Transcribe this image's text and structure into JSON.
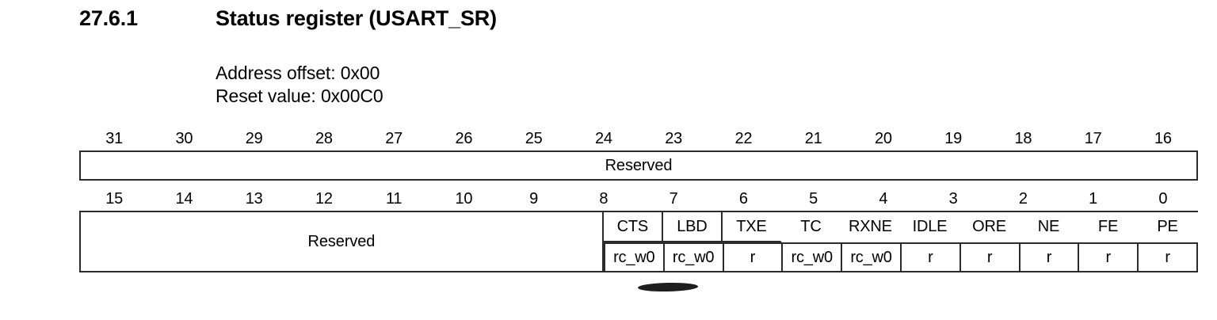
{
  "section": {
    "number": "27.6.1",
    "title": "Status register (USART_SR)"
  },
  "meta": {
    "address_offset": "Address offset: 0x00",
    "reset_value": "Reset value: 0x00C0"
  },
  "register": {
    "reserved_label": "Reserved",
    "upper_bits": [
      "31",
      "30",
      "29",
      "28",
      "27",
      "26",
      "25",
      "24",
      "23",
      "22",
      "21",
      "20",
      "19",
      "18",
      "17",
      "16"
    ],
    "lower_bits": [
      "15",
      "14",
      "13",
      "12",
      "11",
      "10",
      "9",
      "8",
      "7",
      "6",
      "5",
      "4",
      "3",
      "2",
      "1",
      "0"
    ],
    "upper_row": {
      "label": "Reserved",
      "span_bits": "31:16"
    },
    "lower_reserved": {
      "label": "Reserved",
      "span_bits": "15:10"
    },
    "fields": [
      {
        "bit": "9",
        "name": "CTS",
        "access": "rc_w0"
      },
      {
        "bit": "8",
        "name": "LBD",
        "access": "rc_w0"
      },
      {
        "bit": "7",
        "name": "TXE",
        "access": "r"
      },
      {
        "bit": "6",
        "name": "TC",
        "access": "rc_w0"
      },
      {
        "bit": "5",
        "name": "RXNE",
        "access": "rc_w0"
      },
      {
        "bit": "4",
        "name": "IDLE",
        "access": "r"
      },
      {
        "bit": "3",
        "name": "ORE",
        "access": "r"
      },
      {
        "bit": "2",
        "name": "NE",
        "access": "r"
      },
      {
        "bit": "1",
        "name": "FE",
        "access": "r"
      },
      {
        "bit": "0",
        "name": "PE",
        "access": "r"
      }
    ]
  },
  "colors": {
    "ink": "#000000",
    "rule": "#2b2b2b",
    "page": "#ffffff"
  }
}
